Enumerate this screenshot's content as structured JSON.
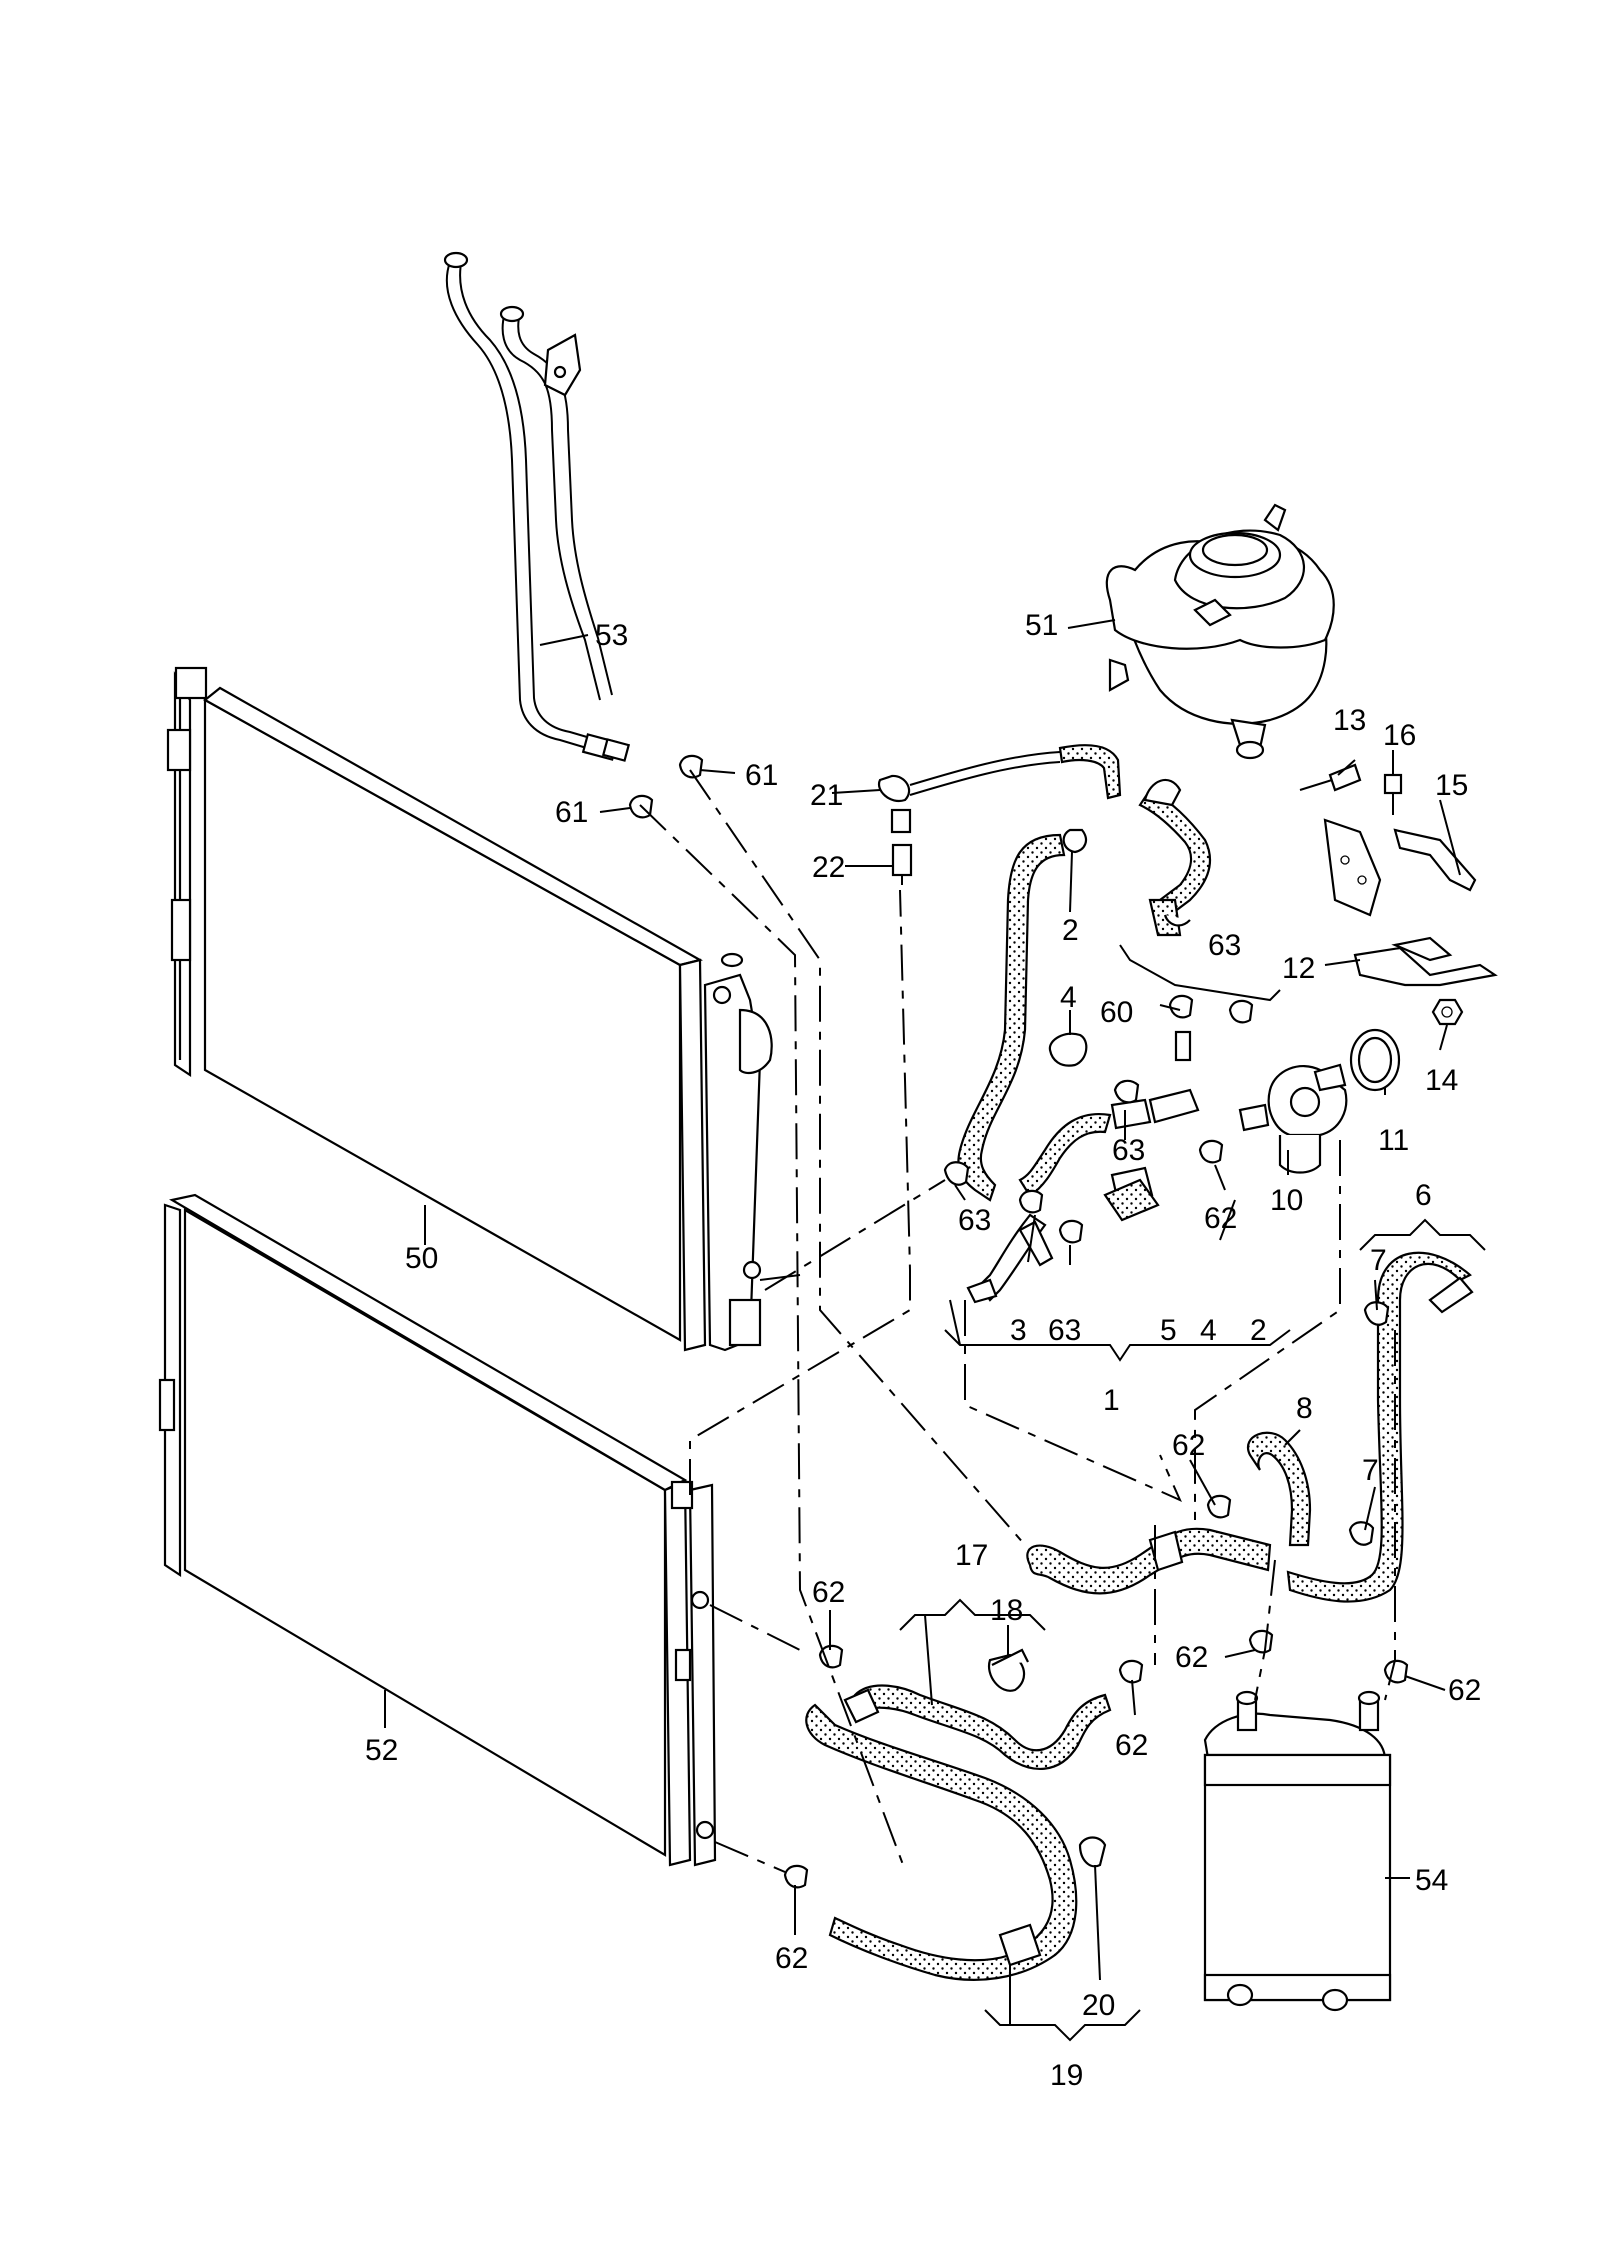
{
  "labels": {
    "l1": "1",
    "l2a": "2",
    "l2b": "2",
    "l3": "3",
    "l4a": "4",
    "l4b": "4",
    "l5": "5",
    "l6": "6",
    "l7a": "7",
    "l7b": "7",
    "l8": "8",
    "l10": "10",
    "l11": "11",
    "l12": "12",
    "l13": "13",
    "l14": "14",
    "l15": "15",
    "l16": "16",
    "l17": "17",
    "l18": "18",
    "l19": "19",
    "l20": "20",
    "l21": "21",
    "l22": "22",
    "l50": "50",
    "l51": "51",
    "l52": "52",
    "l53": "53",
    "l54": "54",
    "l60": "60",
    "l61a": "61",
    "l61b": "61",
    "l62a": "62",
    "l62b": "62",
    "l62c": "62",
    "l62d": "62",
    "l62e": "62",
    "l62f": "62",
    "l62g": "62",
    "l63a": "63",
    "l63b": "63",
    "l63c": "63",
    "l63d": "63"
  }
}
